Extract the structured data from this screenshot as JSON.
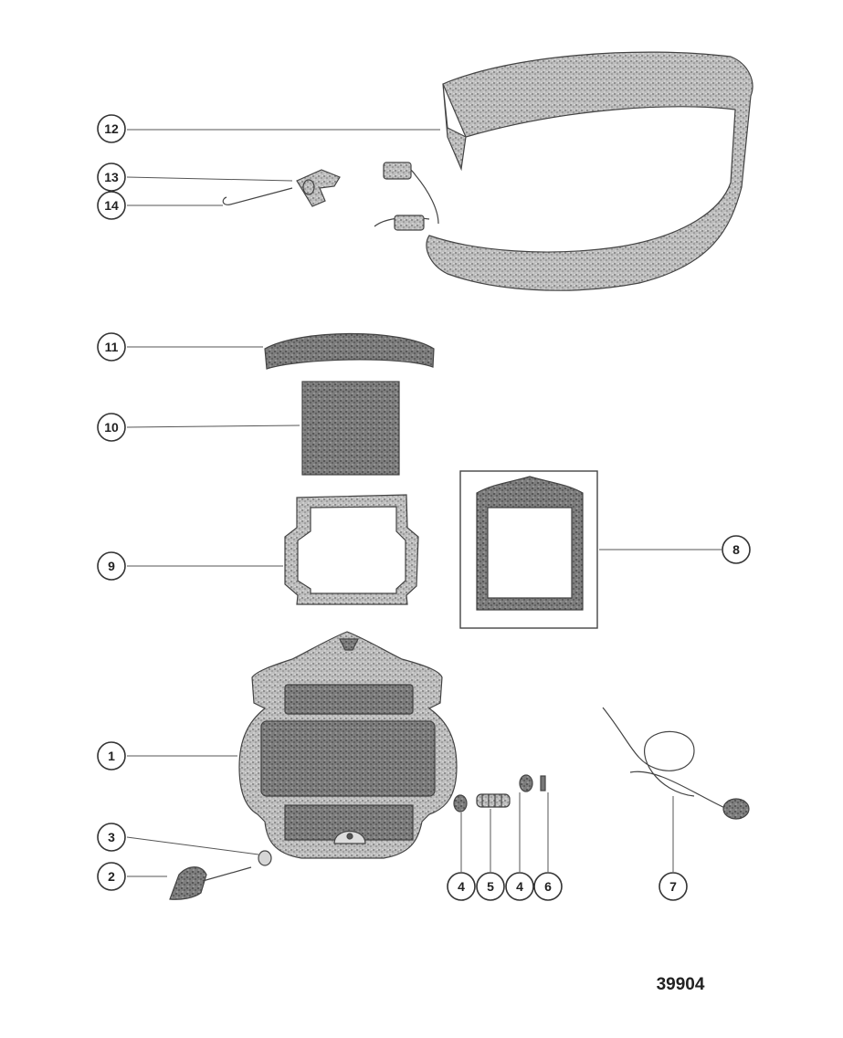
{
  "figure_number": "39904",
  "callouts": [
    {
      "label": "12",
      "part": "belt"
    },
    {
      "label": "13",
      "part": "clip"
    },
    {
      "label": "14",
      "part": "pin"
    },
    {
      "label": "11",
      "part": "top-pad"
    },
    {
      "label": "10",
      "part": "filter-element"
    },
    {
      "label": "9",
      "part": "gasket"
    },
    {
      "label": "8",
      "part": "frame-gasket"
    },
    {
      "label": "1",
      "part": "housing"
    },
    {
      "label": "3",
      "part": "washer"
    },
    {
      "label": "2",
      "part": "knob-screw"
    },
    {
      "label": "4",
      "part": "washer"
    },
    {
      "label": "5",
      "part": "spring"
    },
    {
      "label": "4",
      "part": "washer"
    },
    {
      "label": "6",
      "part": "pin"
    },
    {
      "label": "7",
      "part": "cable"
    }
  ],
  "colors": {
    "ink": "#444444",
    "stipple": "#9a9a9a",
    "background": "#ffffff"
  }
}
